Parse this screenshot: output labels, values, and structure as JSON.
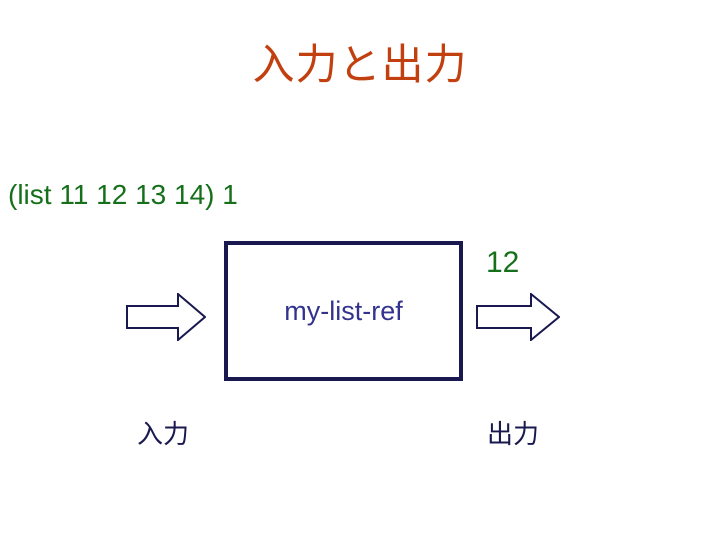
{
  "slide": {
    "title": "入力と出力",
    "title_color": "#C2400F",
    "background_color": "#FFFFFF"
  },
  "expression": {
    "text": "(list 11 12 13 14) 1",
    "color": "#16701B"
  },
  "result": {
    "value": "12",
    "color": "#16701B"
  },
  "process": {
    "label": "my-list-ref",
    "label_color": "#33338F",
    "border_color": "#191950"
  },
  "arrows": {
    "input": {
      "icon": "block-arrow-right-icon",
      "color": "#191950"
    },
    "output": {
      "icon": "block-arrow-right-icon",
      "color": "#191950"
    }
  },
  "captions": {
    "input": "入力",
    "output": "出力",
    "color": "#191950"
  }
}
